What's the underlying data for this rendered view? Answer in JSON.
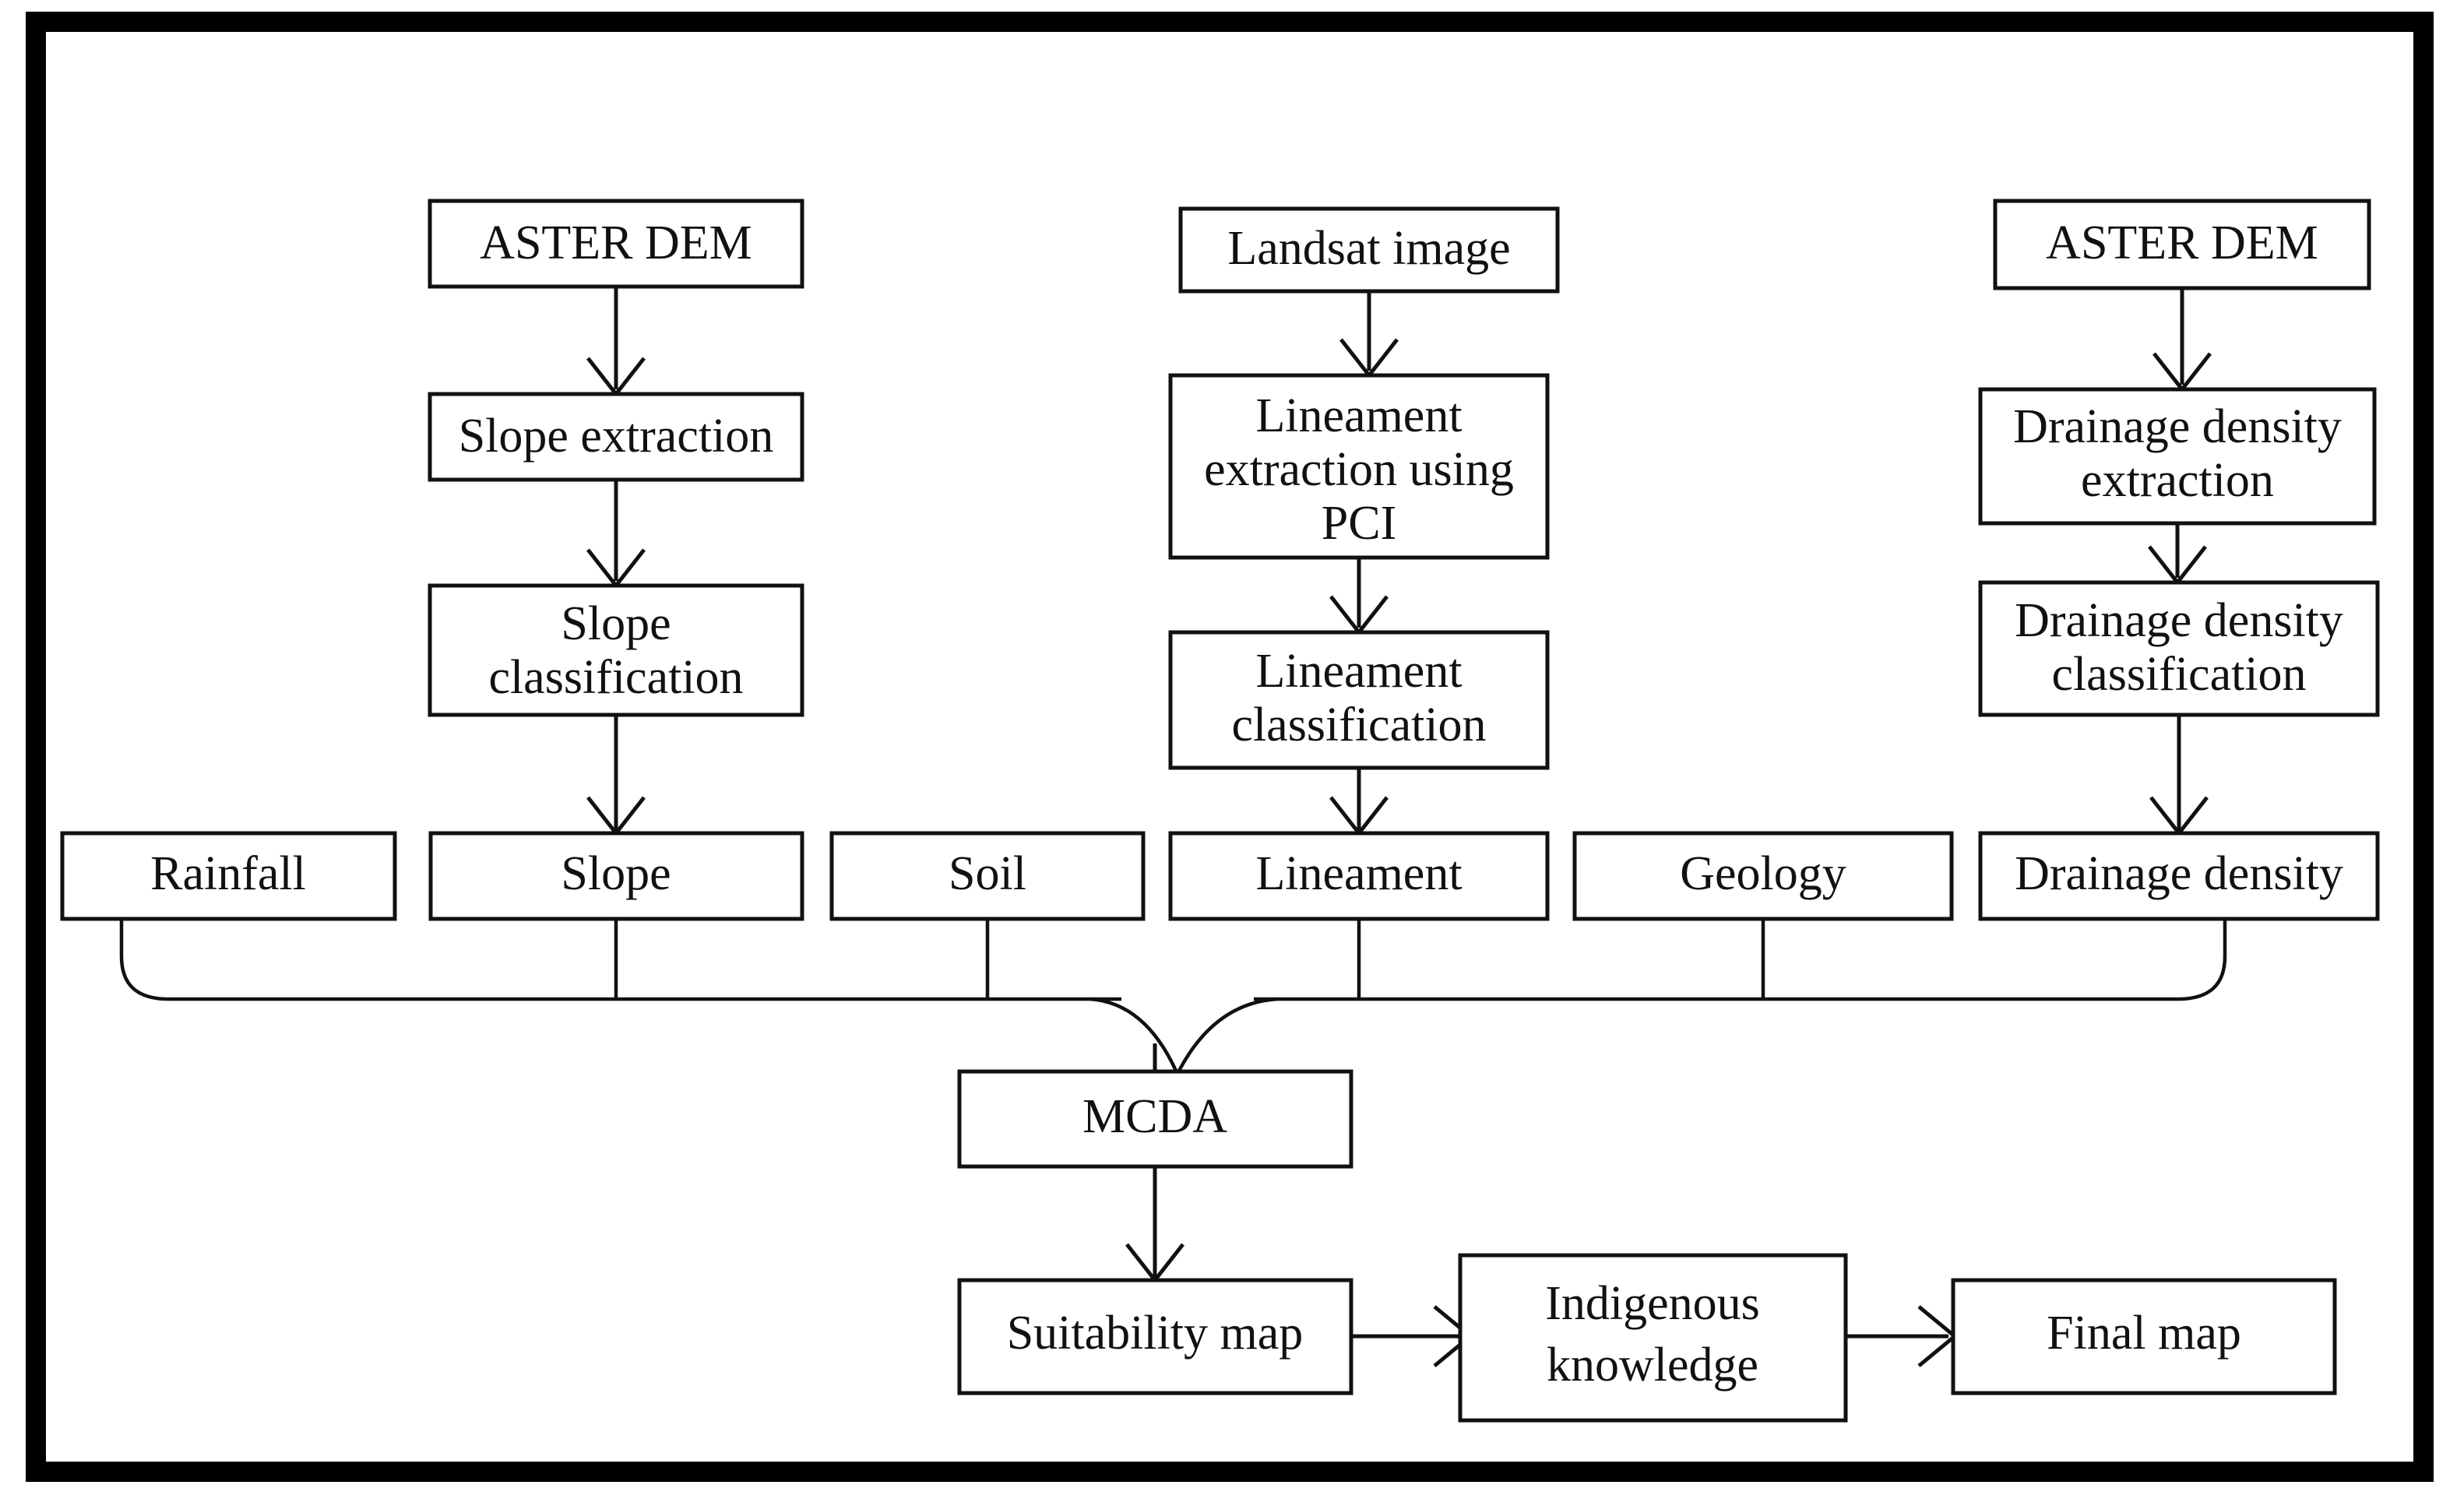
{
  "diagram": {
    "title": "Groundwater suitability mapping methodology flowchart",
    "frame_color": "#000000",
    "box_stroke_color": "#111111",
    "background_color": "#ffffff",
    "nodes": {
      "aster_dem_left": "ASTER DEM",
      "slope_extraction": "Slope extraction",
      "slope_classification_l1": "Slope",
      "slope_classification_l2": "classification",
      "landsat_image": "Landsat image",
      "lineament_extraction_l1": "Lineament",
      "lineament_extraction_l2": "extraction using",
      "lineament_extraction_l3": "PCI",
      "lineament_classification_l1": "Lineament",
      "lineament_classification_l2": "classification",
      "aster_dem_right": "ASTER DEM",
      "drainage_extraction_l1": "Drainage density",
      "drainage_extraction_l2": "extraction",
      "drainage_classification_l1": "Drainage density",
      "drainage_classification_l2": "classification",
      "factor_rainfall": "Rainfall",
      "factor_slope": "Slope",
      "factor_soil": "Soil",
      "factor_lineament": "Lineament",
      "factor_geology": "Geology",
      "factor_drainage_density": "Drainage density",
      "mcda": "MCDA",
      "suitability_map": "Suitability map",
      "indigenous_knowledge_l1": "Indigenous",
      "indigenous_knowledge_l2": "knowledge",
      "final_map": "Final map"
    },
    "flow_sequences": {
      "left_branch": [
        "ASTER DEM",
        "Slope extraction",
        "Slope classification",
        "Slope"
      ],
      "middle_branch": [
        "Landsat image",
        "Lineament extraction using PCI",
        "Lineament classification",
        "Lineament"
      ],
      "right_branch": [
        "ASTER DEM",
        "Drainage density extraction",
        "Drainage density classification",
        "Drainage density"
      ],
      "factor_row": [
        "Rainfall",
        "Slope",
        "Soil",
        "Lineament",
        "Geology",
        "Drainage density"
      ],
      "output_chain": [
        "MCDA",
        "Suitability map",
        "Indigenous knowledge",
        "Final map"
      ]
    }
  }
}
